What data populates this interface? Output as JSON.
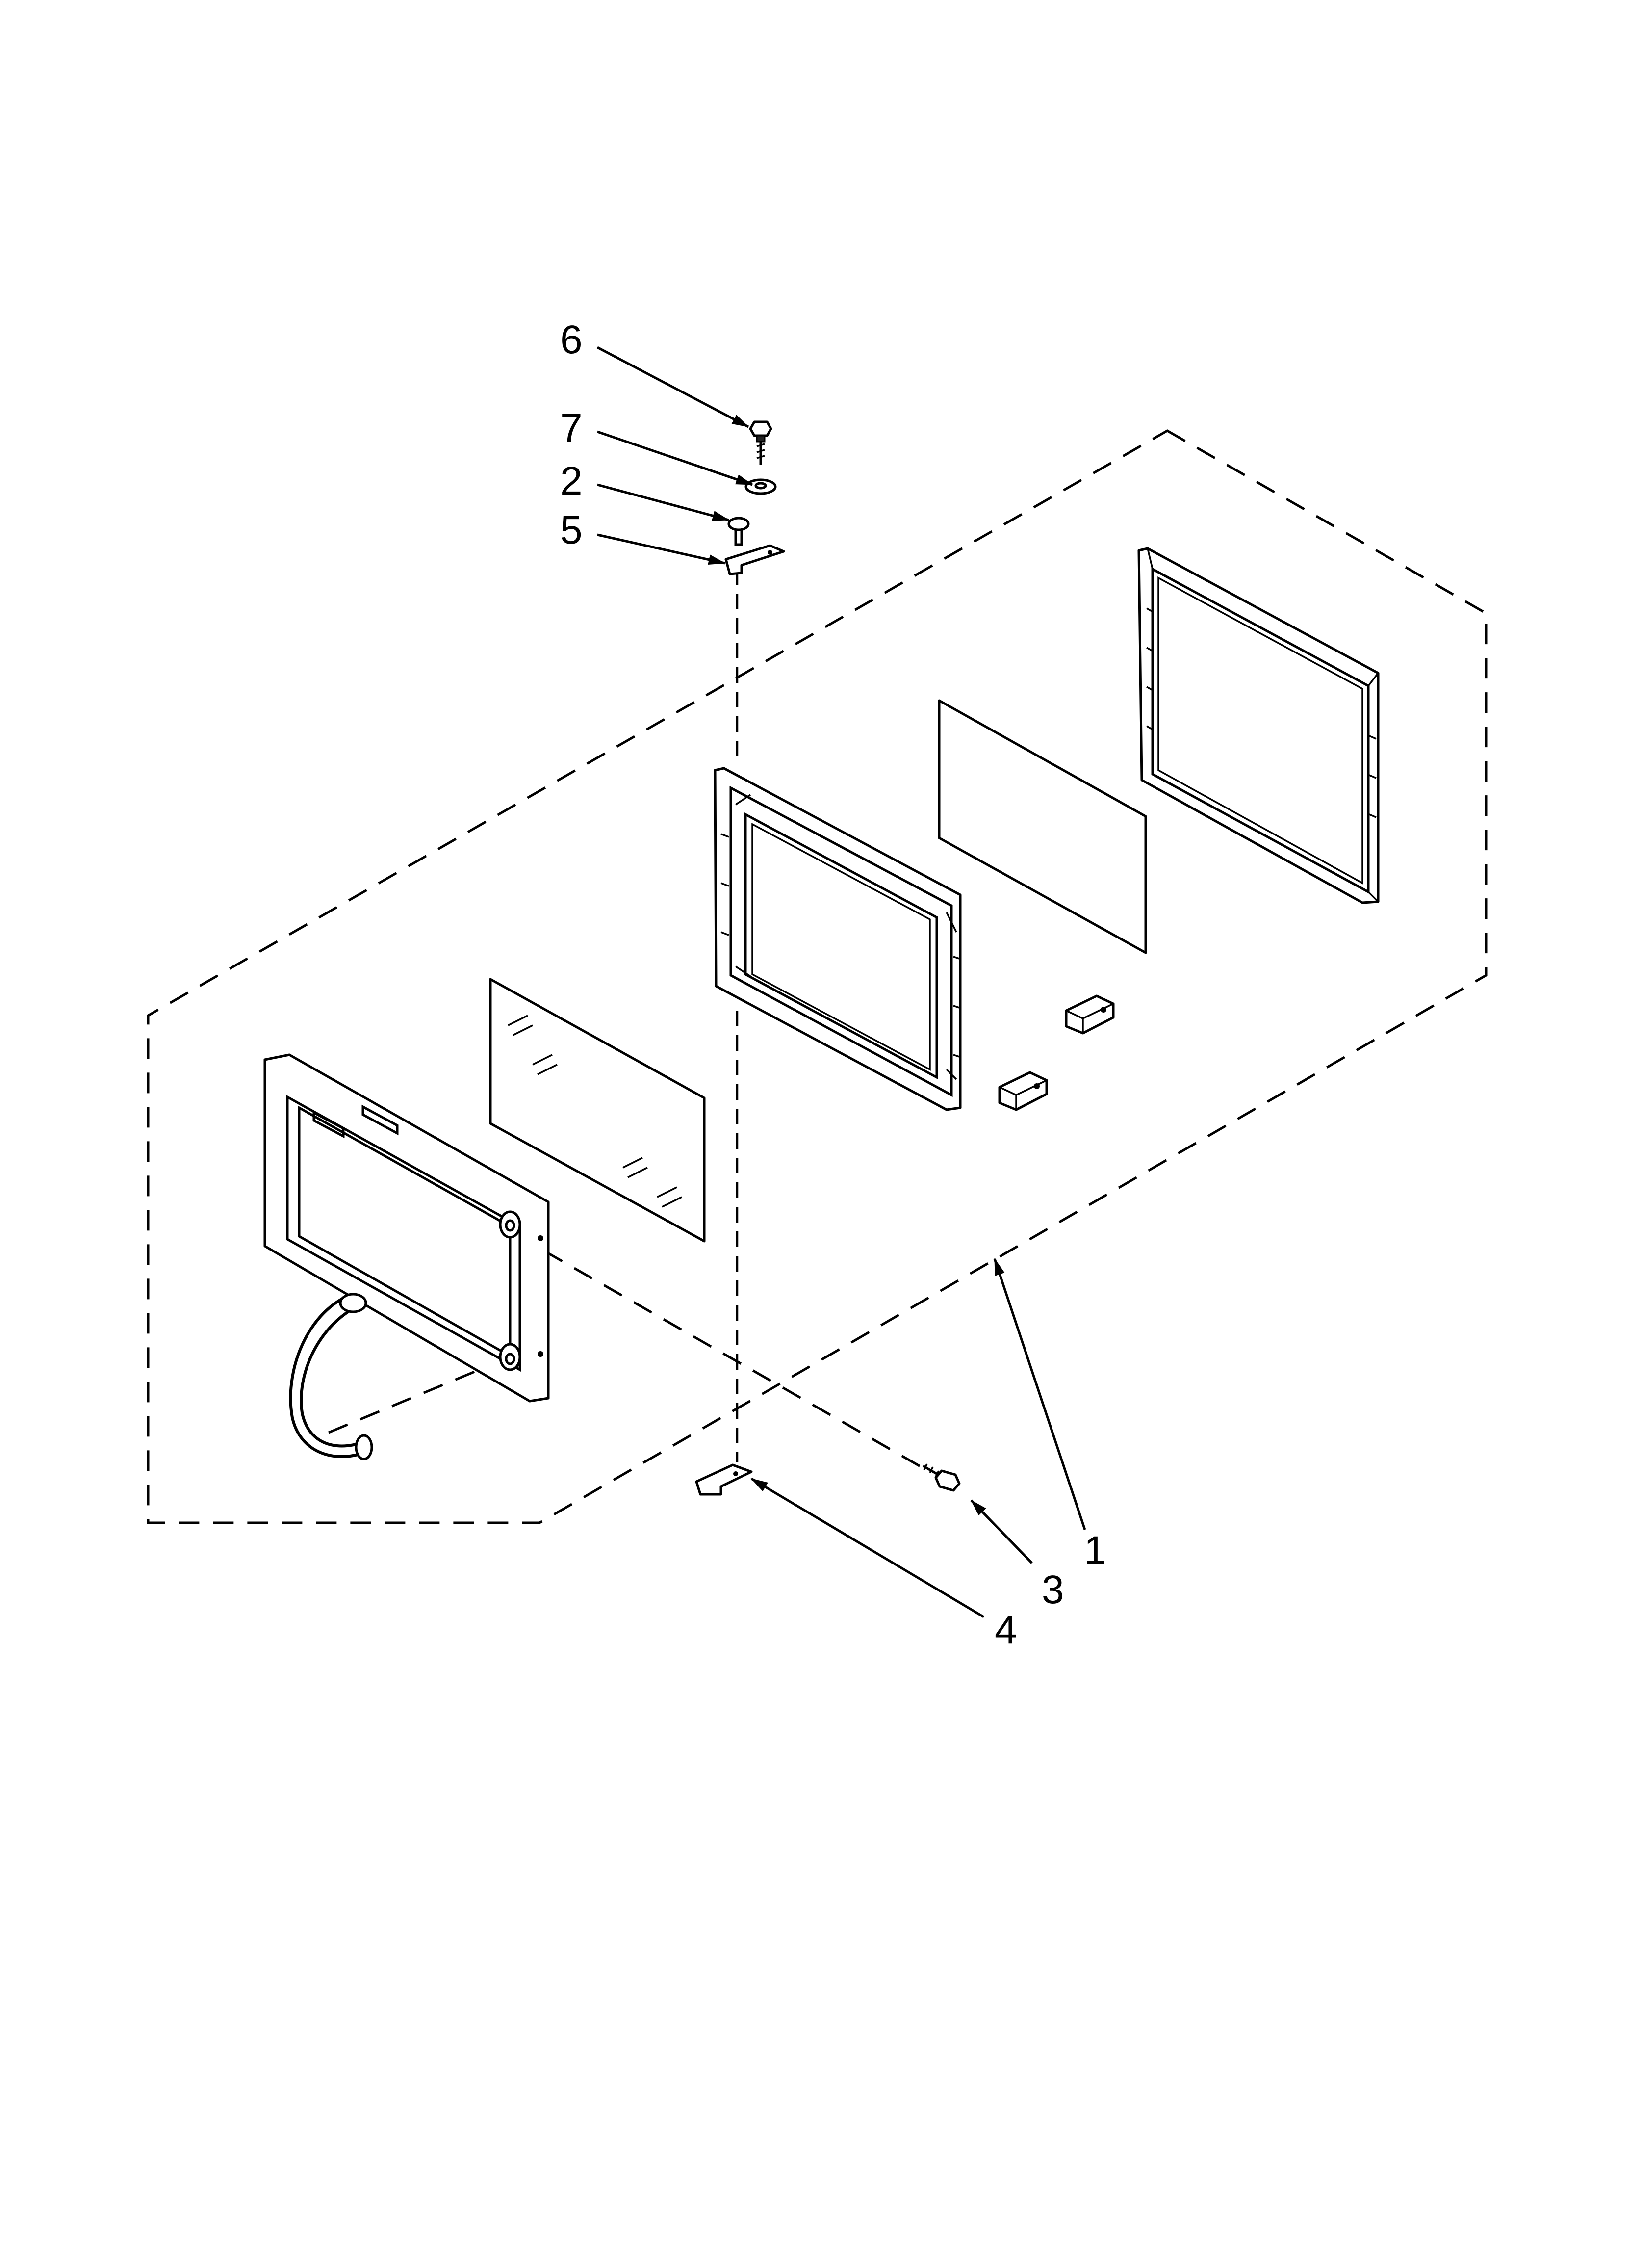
{
  "diagram": {
    "callouts": [
      {
        "id": "c6",
        "label": "6"
      },
      {
        "id": "c7",
        "label": "7"
      },
      {
        "id": "c2",
        "label": "2"
      },
      {
        "id": "c5",
        "label": "5"
      },
      {
        "id": "c1",
        "label": "1"
      },
      {
        "id": "c3",
        "label": "3"
      },
      {
        "id": "c4",
        "label": "4"
      }
    ]
  }
}
